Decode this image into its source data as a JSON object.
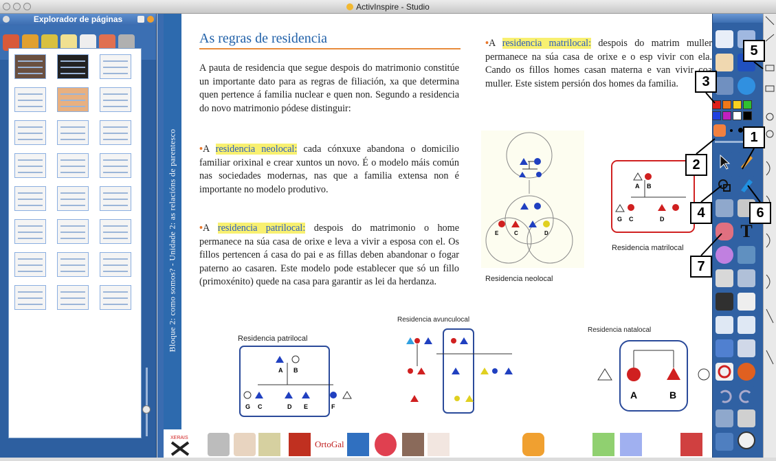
{
  "window": {
    "title": "ActivInspire - Studio"
  },
  "explorer": {
    "title": "Explorador de páginas"
  },
  "page": {
    "spine": "Bloque 2: como somos? - Unidade 2: as relacións de parentesco",
    "heading": "As regras de residencia",
    "intro": "A pauta de residencia que segue despois do matrimonio constitúe un importante dato para as regras de filiación, xa que determina quen pertence á familia nuclear e quen non. Segundo a residencia do novo matrimonio pódese distinguir:",
    "neolocal_term": "residencia neolocal:",
    "neolocal_text": " cada cónxuxe abandona o domicilio familiar orixinal e crear xuntos un novo. É o modelo máis común nas sociedades modernas, nas que a familia extensa non é importante no modelo produtivo.",
    "patrilocal_term": "residencia patrilocal:",
    "patrilocal_text": " despois do matrimonio o home permanece na súa casa de orixe e leva a vivir a esposa con el. Os fillos pertencen á casa do pai e as fillas deben abandonar o fogar paterno ao casaren. Este modelo pode establecer que só un fillo (primoxénito) quede na casa para garantir as lei da herdanza.",
    "matrilocal_term": "residencia matrilocal:",
    "matrilocal_text": " despois do matrim muller permanece na súa casa de orixe e o esp vivir con ela. Cando os fillos homes casan materna e van vivir coa muller. Este sistem persión dos homes da familia.",
    "captions": {
      "neolocal": "Residencia neolocal",
      "matrilocal": "Residencia matrilocal",
      "patrilocal": "Residencia patrilocal",
      "avunculocal": "Residencia avunculocal",
      "natalocal": "Residencia natalocal"
    },
    "diagram_labels": {
      "a": "A",
      "b": "B",
      "c": "C",
      "d": "D",
      "e": "E",
      "f": "F",
      "g": "G"
    }
  },
  "callouts": [
    "1",
    "2",
    "3",
    "4",
    "5",
    "6",
    "7"
  ],
  "bottom": {
    "ortogal": "OrtoGal"
  },
  "colors": {
    "explorer_blue": "#2d5fa0",
    "spine_blue": "#2d6aae",
    "heading_blue": "#2060a8",
    "highlight": "#f8f070",
    "accent_orange": "#e8762a",
    "palette": [
      "#e0201a",
      "#f07818",
      "#f8d020",
      "#30c030",
      "#2040e0",
      "#c020c0",
      "#ffffff",
      "#000000"
    ]
  },
  "icons": [
    "close-icon",
    "pen-icon",
    "highlighter-icon",
    "eraser-icon",
    "select-icon",
    "shape-icon",
    "text-icon",
    "globe-icon",
    "calculator-icon",
    "camera-icon",
    "page-next-icon",
    "page-prev-icon",
    "undo-icon",
    "redo-icon",
    "clock-icon"
  ]
}
